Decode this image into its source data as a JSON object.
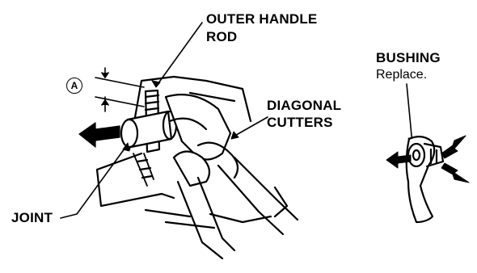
{
  "labels": {
    "outer_handle_rod_line1": "OUTER HANDLE",
    "outer_handle_rod_line2": "ROD",
    "diagonal_cutters_line1": "DIAGONAL",
    "diagonal_cutters_line2": "CUTTERS",
    "joint": "JOINT",
    "bushing": "BUSHING",
    "bushing_note": "Replace.",
    "dimension_marker": "A"
  }
}
